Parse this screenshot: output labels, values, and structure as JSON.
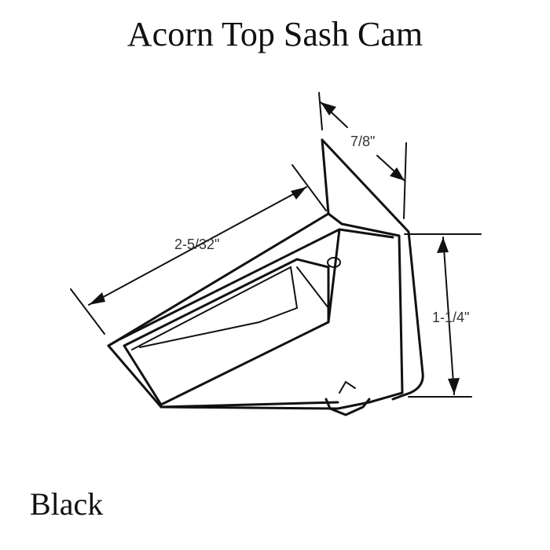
{
  "title": "Acorn Top Sash Cam",
  "finish": "Black",
  "dimensions": {
    "length": "2-5/32\"",
    "width": "7/8\"",
    "height": "1-1/4\""
  }
}
